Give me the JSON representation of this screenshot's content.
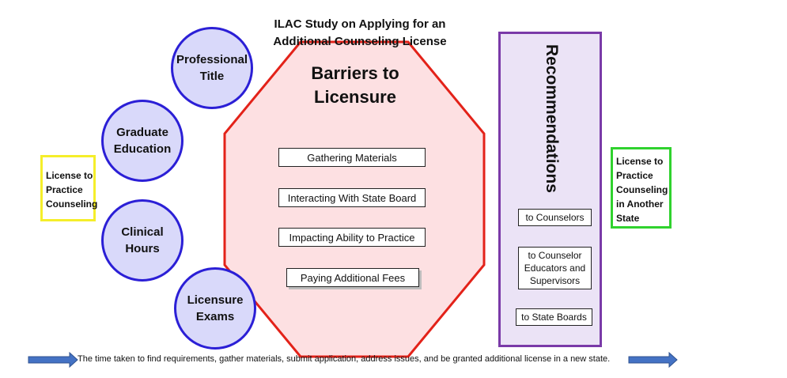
{
  "title": "ILAC Study on Applying for an Additional Counseling License",
  "colors": {
    "circle_fill": "#d9d9fa",
    "circle_stroke": "#2b1fd6",
    "octagon_fill": "#fde0e2",
    "octagon_stroke": "#e32219",
    "start_box_border": "#f5ee2a",
    "end_box_border": "#30d22e",
    "recommendations_fill": "#ebe3f6",
    "recommendations_border": "#7a3aa8",
    "arrow": "#4472c4"
  },
  "start_box": "License to Practice Counseling",
  "requirements": [
    "Professional Title",
    "Graduate Education",
    "Clinical Hours",
    "Licensure Exams"
  ],
  "barriers": {
    "title": "Barriers to Licensure",
    "items": [
      "Gathering Materials",
      "Interacting With State Board",
      "Impacting Ability to Practice",
      "Paying Additional Fees"
    ]
  },
  "recommendations": {
    "heading": "Recommendations",
    "items": [
      "to Counselors",
      "to Counselor Educators and Supervisors",
      "to State Boards"
    ]
  },
  "end_box": "License to Practice Counseling in Another State",
  "timeline_text": "The time taken to find requirements, gather materials, submit application, address issues, and be granted additional license in a new state."
}
